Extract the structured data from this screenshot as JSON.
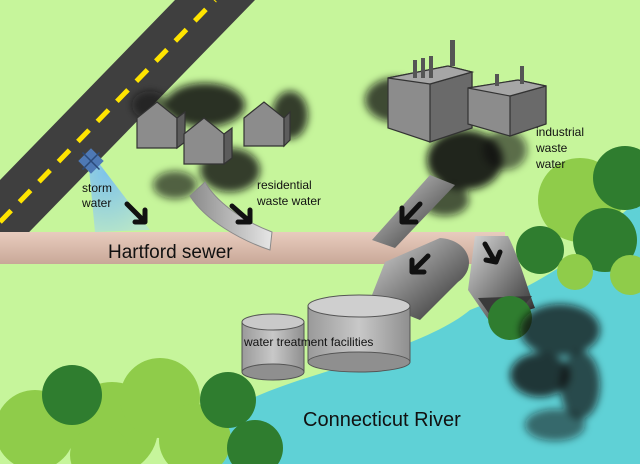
{
  "labels": {
    "storm_line1": "storm",
    "storm_line2": "water",
    "residential_line1": "residential",
    "residential_line2": "waste water",
    "industrial_line1": "industrial",
    "industrial_line2": "waste",
    "industrial_line3": "water",
    "sewer": "Hartford sewer",
    "treatment": "water treatment facilities",
    "river": "Connecticut River"
  },
  "colors": {
    "grass": "#c6f59b",
    "river": "#5fd1d6",
    "road": "#3f3f3f",
    "road_dash": "#ffe400",
    "pipe": "#d8b9aa",
    "building": "#8c8c8c",
    "tree_light": "#8fcc4a",
    "tree_dark": "#2f7d2f",
    "pollution": "#111111",
    "storm_water": "#8fd0ee"
  },
  "icons": [
    "storm-drain-icon",
    "flow-arrow-icon",
    "house-icon",
    "factory-icon",
    "smokestack-icon",
    "tank-icon",
    "tree-icon"
  ]
}
